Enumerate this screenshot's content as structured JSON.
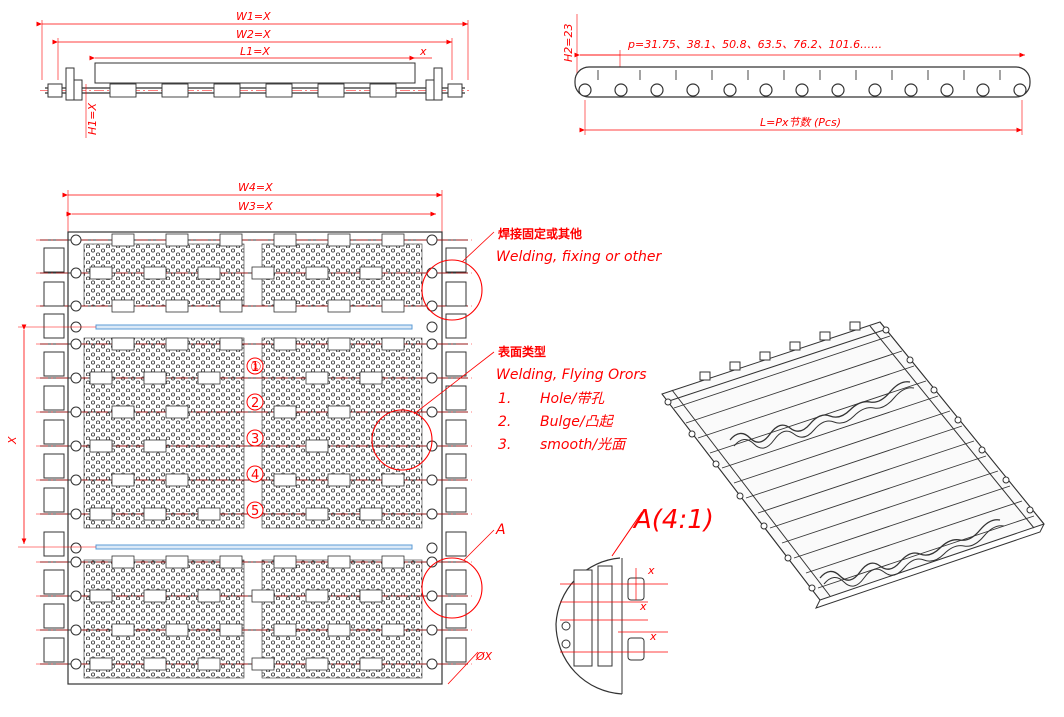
{
  "top_view": {
    "w1": "W1=X",
    "w2": "W2=X",
    "l1": "L1=X",
    "x": "x",
    "h1": "H1=X"
  },
  "side_view": {
    "h2": "H2=23",
    "pitch": "p=31.75、38.1、50.8、63.5、76.2、101.6……",
    "length": "L=Px节数 (Pcs)"
  },
  "front_view": {
    "w4": "W4=X",
    "w3": "W3=X",
    "x": "X",
    "diameter": "ØX",
    "rows": [
      "①",
      "②",
      "③",
      "④",
      "⑤"
    ]
  },
  "annotations": {
    "welding_cn": "焊接固定或其他",
    "welding_en": "Welding, fixing or other",
    "surface_cn": "表面类型",
    "surface_en": "Welding, Flying Orors",
    "items": [
      {
        "num": "1.",
        "text": "Hole/带孔"
      },
      {
        "num": "2.",
        "text": "Bulge/凸起"
      },
      {
        "num": "3.",
        "text": "smooth/光面"
      }
    ],
    "detail_label": "A",
    "detail_title": "A(4:1)",
    "detail_x": "x"
  },
  "colors": {
    "line": "#333333",
    "dimension": "#ff0000",
    "accent": "#5b9bd5"
  }
}
